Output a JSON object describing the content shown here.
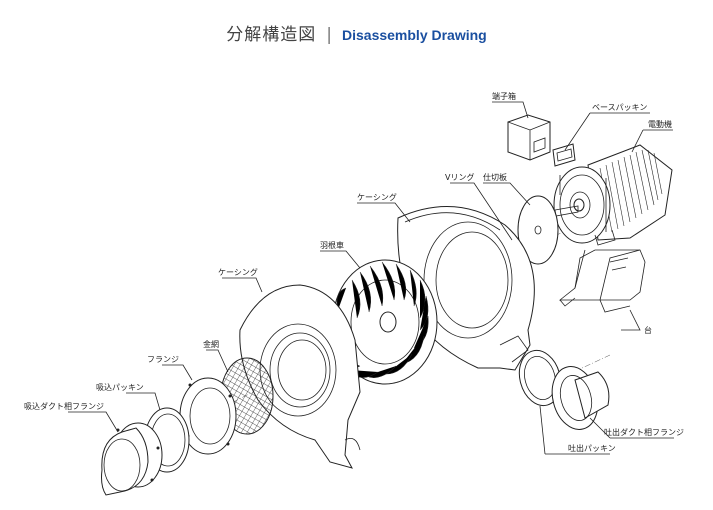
{
  "title": {
    "japanese": "分解構造図",
    "separator": "|",
    "english": "Disassembly Drawing"
  },
  "parts": {
    "terminal_box": "端子箱",
    "base_packing": "ベースパッキン",
    "motor": "電動機",
    "v_ring": "Vリング",
    "partition_plate": "仕切板",
    "casing_rear": "ケーシング",
    "impeller": "羽根車",
    "casing_front": "ケーシング",
    "wire_mesh": "金網",
    "flange": "フランジ",
    "suction_packing": "吸込パッキン",
    "suction_duct_flange": "吸込ダクト相フランジ",
    "base": "台",
    "discharge_duct_flange": "吐出ダクト相フランジ",
    "discharge_packing": "吐出パッキン"
  },
  "colors": {
    "title_english": "#1a4fa0",
    "title_japanese": "#444444",
    "line": "#222222"
  }
}
